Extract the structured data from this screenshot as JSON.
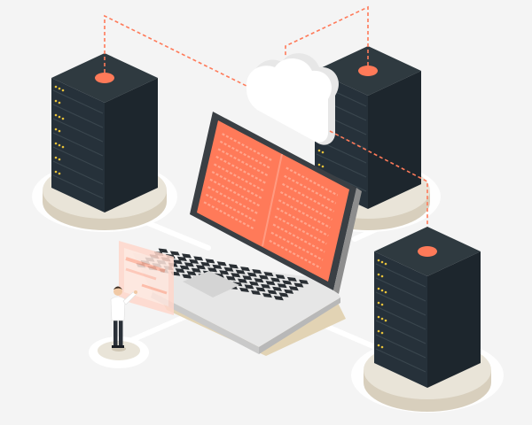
{
  "palette": {
    "background": "#f4f4f4",
    "platform_top": "#e9e4d8",
    "platform_side": "#d8cfbd",
    "platform_halo": "#ffffff",
    "server_top": "#2f3a40",
    "server_front": "#26313a",
    "server_side": "#1d262d",
    "server_slot": "#3a464e",
    "server_led": "#e8c23a",
    "server_led_dim": "#8a7a3c",
    "accent": "#ff7a59",
    "accent_light": "#ffb49e",
    "cloud": "#ffffff",
    "cloud_shade": "#e7e7e7",
    "laptop_body": "#e9e9e9",
    "laptop_dark": "#3a3f44",
    "laptop_key": "#2a2f34",
    "laptop_touchpad": "#d9d9d9",
    "laptop_screen": "#ff7a59",
    "laptop_screen_lines": "#ffa58c",
    "laptop_base_shadow": "#d9c9a8",
    "connector": "#ffffff",
    "hologram": "#ffcdbf",
    "person_shirt": "#ffffff",
    "person_pants": "#2a3038",
    "person_skin": "#f1c9a5",
    "person_hair": "#3a2a1e"
  },
  "illustration": {
    "servers": 3,
    "clouds": 1,
    "laptops": 1,
    "people": 1
  }
}
